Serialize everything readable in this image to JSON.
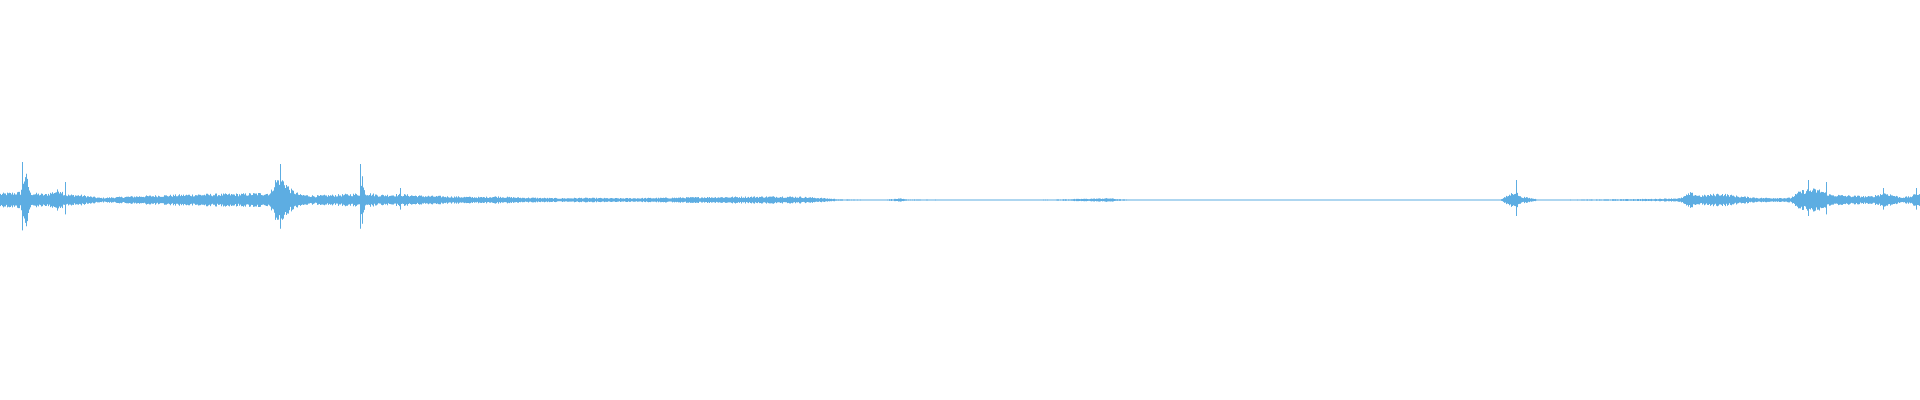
{
  "waveform": {
    "color": "#5dade2",
    "baseline_color": "#5dade2",
    "envelope": [
      [
        0,
        0.18
      ],
      [
        20,
        0.22
      ],
      [
        25,
        0.8
      ],
      [
        30,
        0.2
      ],
      [
        45,
        0.16
      ],
      [
        60,
        0.3
      ],
      [
        65,
        0.15
      ],
      [
        80,
        0.14
      ],
      [
        100,
        0.06
      ],
      [
        130,
        0.1
      ],
      [
        160,
        0.13
      ],
      [
        200,
        0.16
      ],
      [
        240,
        0.17
      ],
      [
        270,
        0.2
      ],
      [
        275,
        0.55
      ],
      [
        280,
        0.65
      ],
      [
        285,
        0.5
      ],
      [
        290,
        0.3
      ],
      [
        300,
        0.15
      ],
      [
        315,
        0.12
      ],
      [
        340,
        0.15
      ],
      [
        360,
        0.18
      ],
      [
        362,
        0.7
      ],
      [
        365,
        0.2
      ],
      [
        380,
        0.14
      ],
      [
        400,
        0.16
      ],
      [
        420,
        0.12
      ],
      [
        450,
        0.1
      ],
      [
        480,
        0.08
      ],
      [
        495,
        0.1
      ],
      [
        520,
        0.07
      ],
      [
        560,
        0.05
      ],
      [
        580,
        0.06
      ],
      [
        620,
        0.05
      ],
      [
        660,
        0.06
      ],
      [
        700,
        0.08
      ],
      [
        740,
        0.09
      ],
      [
        780,
        0.1
      ],
      [
        800,
        0.09
      ],
      [
        820,
        0.06
      ],
      [
        840,
        0.02
      ],
      [
        880,
        0.01
      ],
      [
        900,
        0.04
      ],
      [
        905,
        0.02
      ],
      [
        960,
        0.01
      ],
      [
        1040,
        0.015
      ],
      [
        1060,
        0.02
      ],
      [
        1110,
        0.05
      ],
      [
        1115,
        0.03
      ],
      [
        1130,
        0.01
      ],
      [
        1200,
        0.005
      ],
      [
        1300,
        0.003
      ],
      [
        1400,
        0.005
      ],
      [
        1500,
        0.01
      ],
      [
        1515,
        0.25
      ],
      [
        1520,
        0.1
      ],
      [
        1540,
        0.01
      ],
      [
        1600,
        0.02
      ],
      [
        1650,
        0.03
      ],
      [
        1680,
        0.05
      ],
      [
        1690,
        0.2
      ],
      [
        1700,
        0.12
      ],
      [
        1720,
        0.18
      ],
      [
        1740,
        0.1
      ],
      [
        1760,
        0.06
      ],
      [
        1790,
        0.06
      ],
      [
        1800,
        0.25
      ],
      [
        1810,
        0.3
      ],
      [
        1820,
        0.28
      ],
      [
        1830,
        0.15
      ],
      [
        1850,
        0.12
      ],
      [
        1870,
        0.1
      ],
      [
        1885,
        0.2
      ],
      [
        1900,
        0.08
      ],
      [
        1910,
        0.1
      ],
      [
        1918,
        0.2
      ]
    ],
    "spikes": [
      [
        22,
        0.95
      ],
      [
        65,
        0.45
      ],
      [
        280,
        0.9
      ],
      [
        360,
        0.9
      ],
      [
        400,
        0.3
      ],
      [
        1516,
        0.5
      ],
      [
        1808,
        0.5
      ],
      [
        1826,
        0.45
      ],
      [
        1883,
        0.3
      ],
      [
        1916,
        0.3
      ]
    ]
  }
}
